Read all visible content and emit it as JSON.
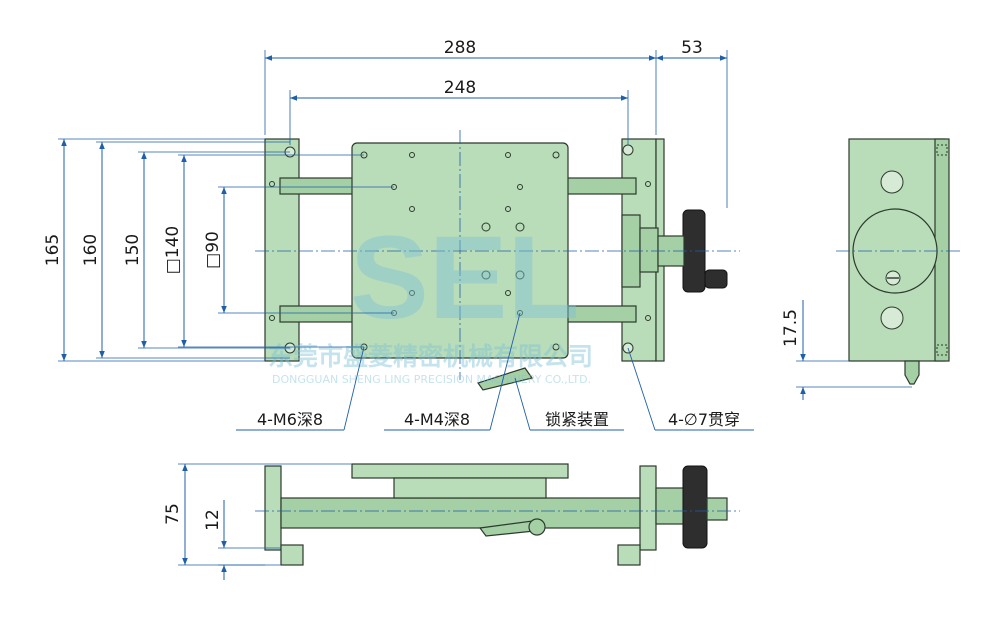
{
  "dimensions": {
    "overall_width": "288",
    "knob_extension": "53",
    "hole_pitch_width": "248",
    "overall_height": "165",
    "height_160": "160",
    "height_150": "150",
    "square_140": "□140",
    "square_90": "□90",
    "side_offset": "17.5",
    "front_height": "75",
    "front_offset": "12"
  },
  "callouts": {
    "m6": "4-M6深8",
    "m4": "4-M4深8",
    "lock": "锁紧装置",
    "through_hole": "4-∅7贯穿"
  },
  "watermark": {
    "logo": "SEL",
    "company_cn": "东莞市盛菱精密机械有限公司",
    "company_en": "DONGGUAN SHENG LING PRECISION MACHINERY CO.,LTD."
  },
  "colors": {
    "part_fill": "#b9dcb9",
    "dimension_line": "#1f5fa8",
    "knob": "#2e2e2e"
  }
}
